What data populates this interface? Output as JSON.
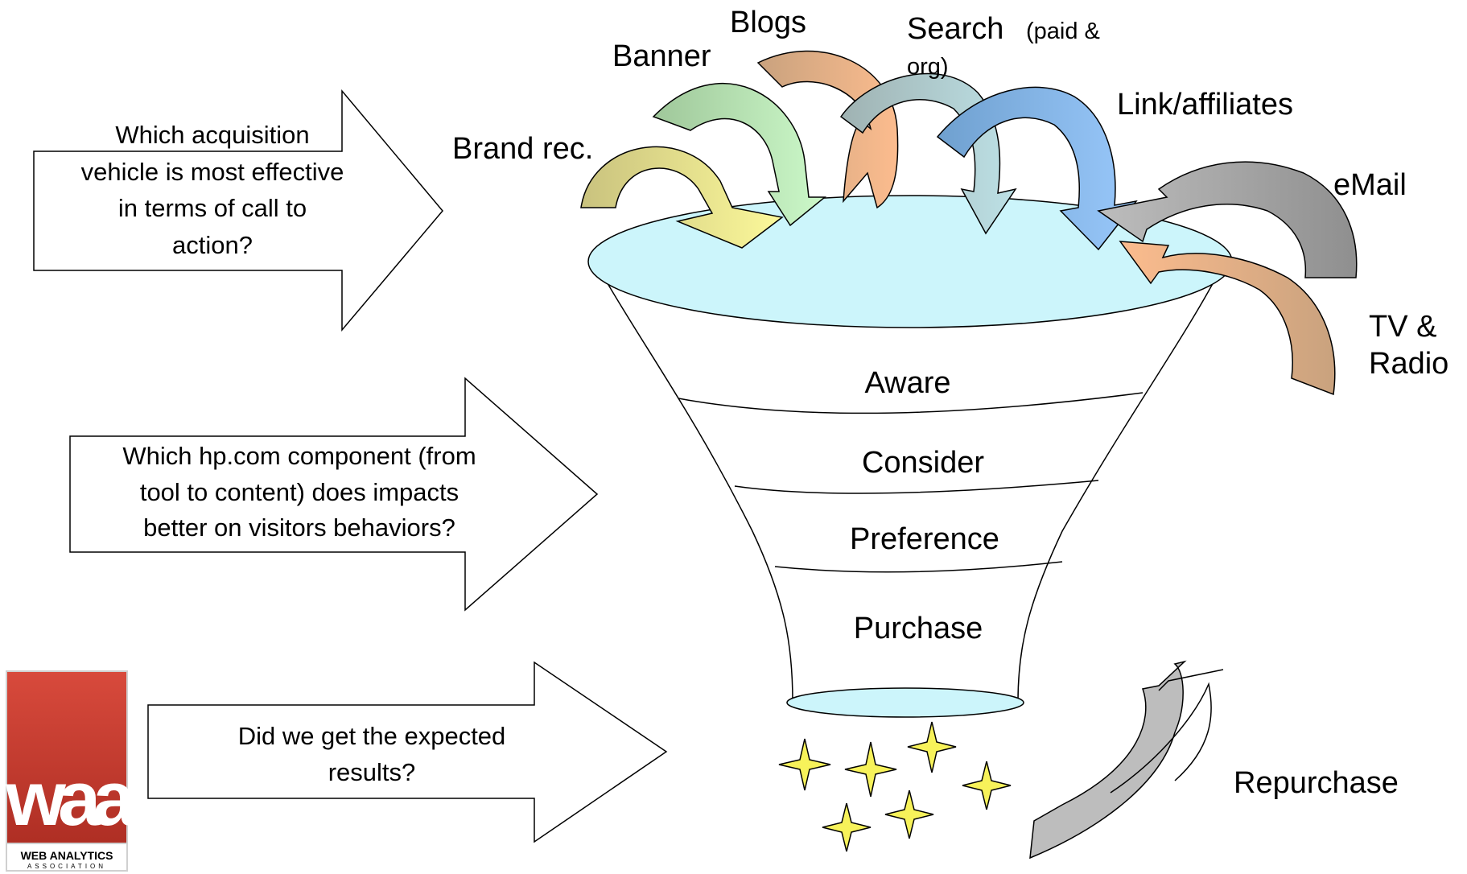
{
  "questions": {
    "acquisition": [
      "Which acquisition",
      "vehicle is most effective",
      "in terms of call to",
      "action?"
    ],
    "component": [
      "Which hp.com component (from",
      "tool to content) does impacts",
      "better on visitors behaviors?"
    ],
    "results": [
      "Did we get the expected",
      "results?"
    ]
  },
  "channels": {
    "brand_rec": "Brand rec.",
    "banner": "Banner",
    "blogs": "Blogs",
    "search_main": "Search",
    "search_note_1": "(paid &",
    "search_note_2": "org)",
    "link_affiliates": "Link/affiliates",
    "email": "eMail",
    "tv_1": "TV &",
    "tv_2": "Radio"
  },
  "funnel_stages": [
    "Aware",
    "Consider",
    "Preference",
    "Purchase"
  ],
  "repurchase": "Repurchase",
  "logo": {
    "letters": "waa",
    "line1": "WEB ANALYTICS",
    "line2": "ASSOCIATION"
  },
  "colors": {
    "funnel_top": "#ccf5fb",
    "brand_rec_arrow": [
      "#c9c27e",
      "#fcf99a"
    ],
    "banner_arrow": [
      "#9fc79a",
      "#ccf9c9"
    ],
    "blogs_arrow": [
      "#c9a27e",
      "#fcbc8e"
    ],
    "search_arrow": [
      "#9fb2b2",
      "#bde1e6"
    ],
    "link_arrow": [
      "#6fa0cf",
      "#99c8fb"
    ],
    "email_arrow": [
      "#8f8f8f",
      "#bdbdbd"
    ],
    "tv_arrow": [
      "#c9a27e",
      "#fcbc8e"
    ],
    "repurchase_arrow": "#bdbdbd",
    "stars": "#f7f25a",
    "logo_red": "#c7352a"
  }
}
